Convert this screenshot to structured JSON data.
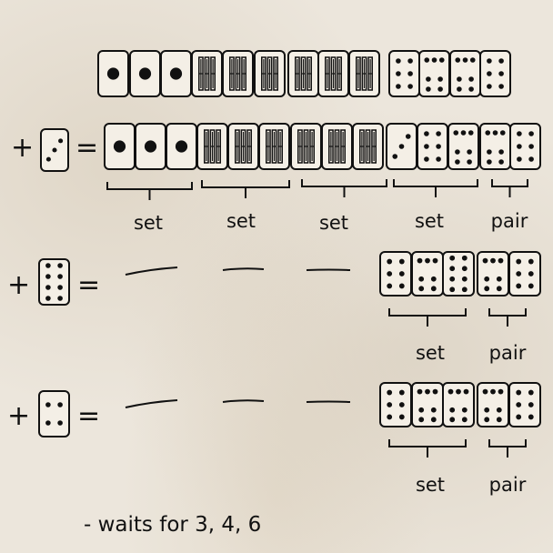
{
  "hand": {
    "top_tiles": [
      "p1",
      "p1",
      "p1",
      "b6",
      "b6",
      "b6",
      "b5",
      "b5",
      "b5",
      "t6",
      "t7",
      "t7",
      "t6"
    ]
  },
  "draw": {
    "label": "+",
    "equals": "=",
    "tile": "t3",
    "tiles": [
      "p1",
      "p1",
      "p1",
      "b6",
      "b6",
      "b6",
      "b5",
      "b5",
      "b5",
      "t3",
      "t6",
      "t7",
      "t7",
      "t6"
    ],
    "groups": [
      {
        "label": "set"
      },
      {
        "label": "set"
      },
      {
        "label": "set"
      },
      {
        "label": "set"
      },
      {
        "label": "pair"
      }
    ]
  },
  "waits": [
    {
      "label": "+",
      "equals": "=",
      "tile": "t8",
      "tiles": [
        "t6",
        "t7",
        "t8",
        "t7",
        "t6"
      ],
      "groups": [
        {
          "label": "set"
        },
        {
          "label": "pair"
        }
      ]
    },
    {
      "label": "+",
      "equals": "=",
      "tile": "t4",
      "tiles": [
        "t6",
        "t7",
        "t7",
        "t7",
        "t6"
      ],
      "groups": [
        {
          "label": "set"
        },
        {
          "label": "pair"
        }
      ]
    }
  ],
  "note": "- waits for 3, 4, 6"
}
